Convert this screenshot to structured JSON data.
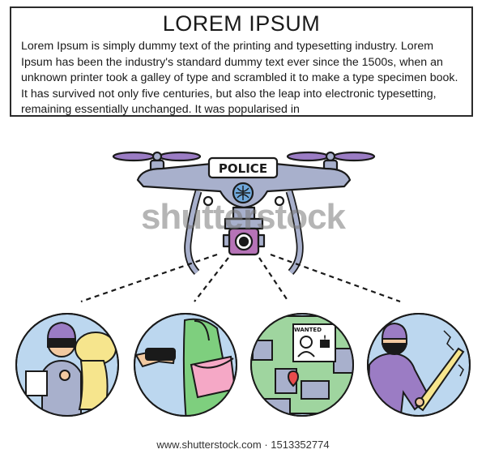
{
  "header": {
    "title": "LOREM IPSUM",
    "body": "Lorem Ipsum is simply dummy text of the printing and typesetting industry. Lorem Ipsum has been the industry's standard dummy text ever since the 1500s, when an unknown printer took a galley of type and scrambled it to make a type specimen book. It has survived not only five centuries, but also the leap into electronic typesetting, remaining essentially unchanged. It was popularised in"
  },
  "drone": {
    "label": "POLICE"
  },
  "scenes": {
    "wanted_label": "WANTED",
    "wanted_mark": "!"
  },
  "watermark": "shutterstock",
  "footer": "www.shutterstock.com · 1513352774",
  "colors": {
    "drone_body": "#a8b0cc",
    "rotor": "#9b7cc4",
    "camera": "#b673b7",
    "circle_bg": "#bcd7ef",
    "outline": "#1a1a1a"
  },
  "icons": [
    "drone-icon",
    "camera-icon",
    "police-badge-icon",
    "thief-icon",
    "purse-snatch-icon",
    "wanted-map-icon",
    "vandal-icon"
  ]
}
